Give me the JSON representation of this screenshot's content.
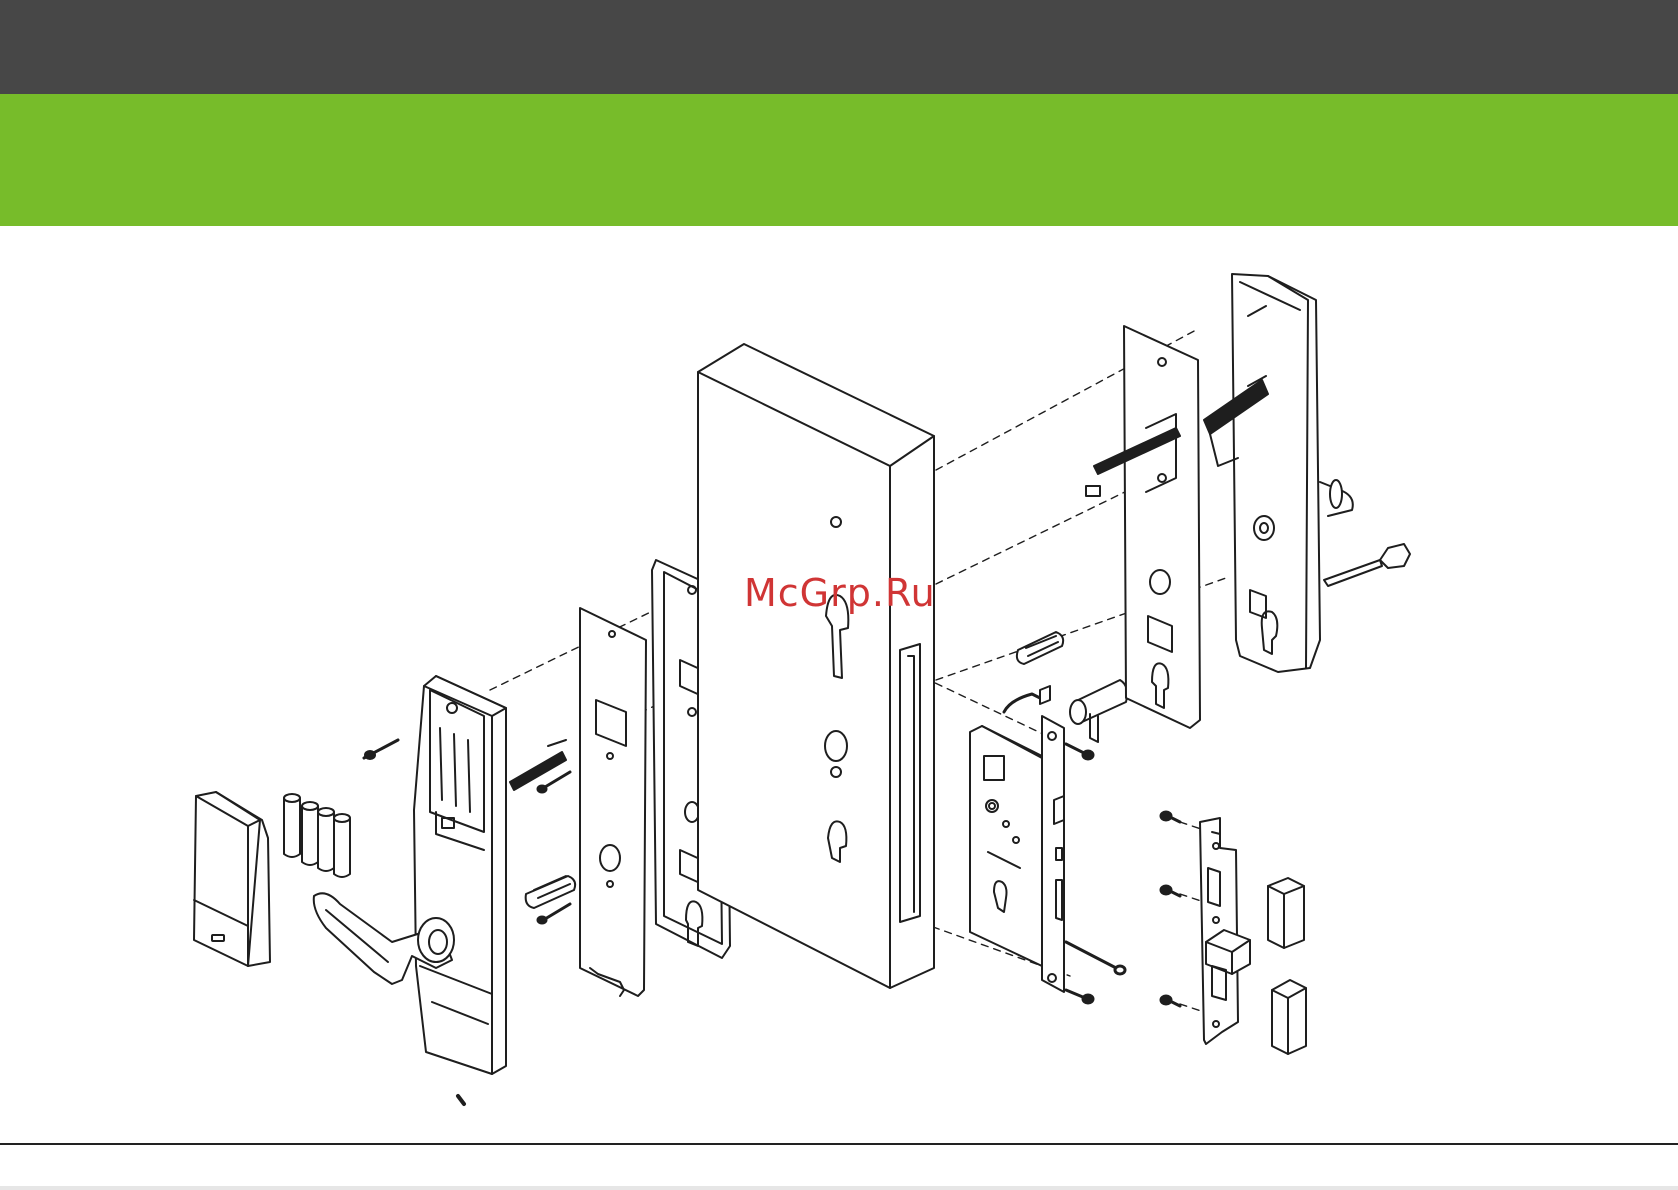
{
  "watermark": {
    "text": "McGrp.Ru"
  },
  "colors": {
    "header": "#474747",
    "band": "#77bc2a",
    "line": "#1e1e1e",
    "watermark": "#d03535"
  },
  "figure": {
    "parts": [
      "cover-plate",
      "batteries",
      "front-lever-handle",
      "front-handle-body",
      "front-gasket",
      "front-mounting-plate",
      "door",
      "mortise-body",
      "mortise-screws",
      "mortise-cylinder",
      "spindle-adapters",
      "rear-mounting-plate",
      "rear-handle-body",
      "key",
      "strike-plate",
      "strike-screws",
      "strike-boxes"
    ]
  }
}
